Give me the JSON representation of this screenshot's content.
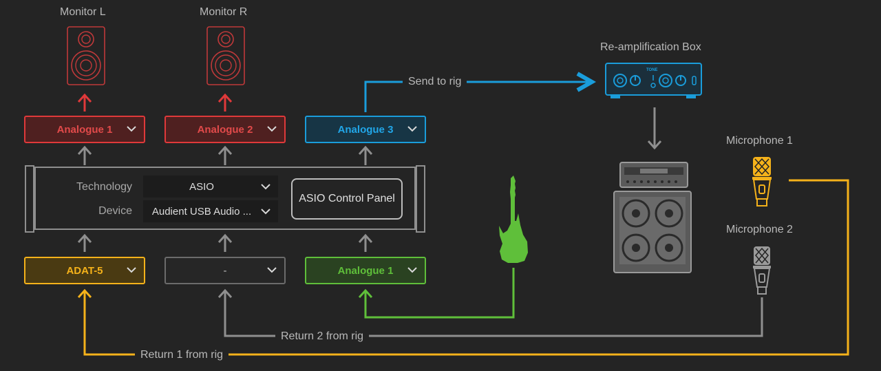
{
  "outputs": {
    "monitor_l": "Monitor L",
    "monitor_r": "Monitor R",
    "analogue_1": "Analogue 1",
    "analogue_2": "Analogue 2",
    "analogue_3": "Analogue 3"
  },
  "config": {
    "technology_label": "Technology",
    "technology_value": "ASIO",
    "device_label": "Device",
    "device_value": "Audient USB Audio ...",
    "control_panel_button": "ASIO Control Panel"
  },
  "inputs": {
    "input_1": "ADAT-5",
    "input_2": "-",
    "input_3": "Analogue 1"
  },
  "routing": {
    "send_to_rig": "Send to rig",
    "return_1": "Return 1 from rig",
    "return_2": "Return 2 from rig"
  },
  "devices": {
    "reamp_box": "Re-amplification Box",
    "reamp_brand": "TONE",
    "microphone_1": "Microphone 1",
    "microphone_2": "Microphone 2"
  },
  "colors": {
    "background": "#242424",
    "red": "#e0393a",
    "blue": "#1a9ddb",
    "yellow": "#f5b21a",
    "green": "#5fbf3a",
    "grey": "#8f8f8f"
  }
}
